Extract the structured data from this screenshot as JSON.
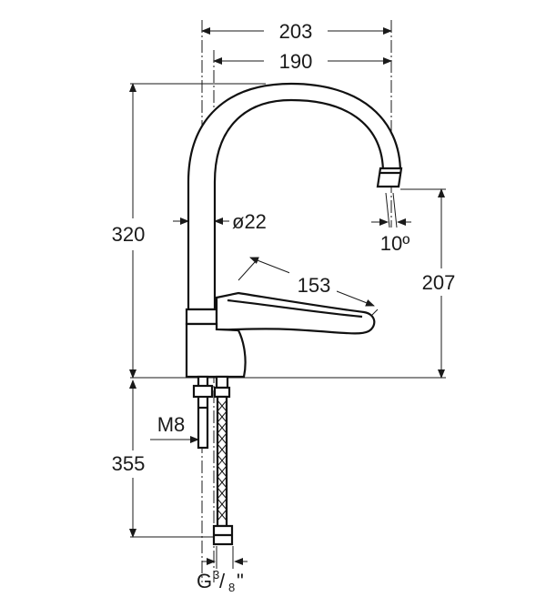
{
  "dimensions": {
    "total_reach": "203",
    "spout_reach": "190",
    "total_height": "320",
    "tube_diameter": "ø22",
    "spout_angle": "10º",
    "lever_length": "153",
    "outlet_height": "207",
    "stud_thread": "M8",
    "hose_length": "355",
    "connection_thread_prefix": "G",
    "connection_thread_num": "3",
    "connection_thread_den": "8",
    "connection_thread_suffix": "\""
  }
}
